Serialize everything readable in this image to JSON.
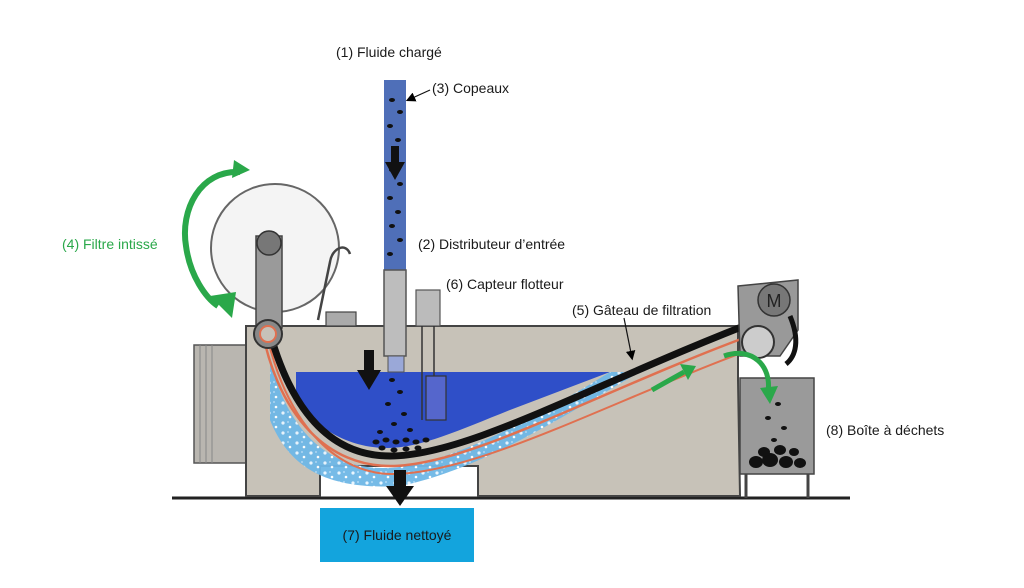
{
  "labels": {
    "fluide_charge": "(1) Fluide chargé",
    "copeaux": "(3) Copeaux",
    "filtre_intisse": "(4) Filtre intissé",
    "distributeur": "(2) Distributeur d’entrée",
    "capteur": "(6) Capteur flotteur",
    "gateau": "(5) Gâteau de filtration",
    "boite": "(8) Boîte à déchets",
    "fluide_nettoye": "(7) Fluide nettoyé",
    "motor": "M"
  },
  "colors": {
    "tank": "#c7c2b8",
    "liquid": "#2f4fc8",
    "pipe": "#4f6fb8",
    "clean_fluid": "#13a4dd",
    "belt": "#111111",
    "filter_line": "#e07050",
    "green_arrow": "#2aa84a"
  }
}
